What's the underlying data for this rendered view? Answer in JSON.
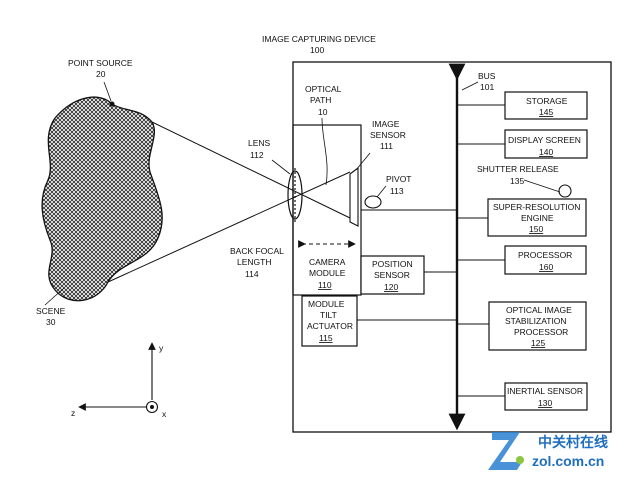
{
  "title": {
    "name": "IMAGE CAPTURING DEVICE",
    "ref": "100"
  },
  "scene": {
    "label": "SCENE",
    "ref": "30"
  },
  "point_source": {
    "label": "POINT SOURCE",
    "ref": "20"
  },
  "lens": {
    "label": "LENS",
    "ref": "112"
  },
  "optical_path": {
    "line1": "OPTICAL",
    "line2": "PATH",
    "ref": "10"
  },
  "image_sensor": {
    "line1": "IMAGE",
    "line2": "SENSOR",
    "ref": "111"
  },
  "pivot": {
    "label": "PIVOT",
    "ref": "113"
  },
  "back_focal": {
    "line1": "BACK FOCAL",
    "line2": "LENGTH",
    "ref": "114"
  },
  "camera_module": {
    "line1": "CAMERA",
    "line2": "MODULE",
    "ref": "110"
  },
  "position_sensor": {
    "line1": "POSITION",
    "line2": "SENSOR",
    "ref": "120"
  },
  "tilt_actuator": {
    "line1": "MODULE",
    "line2": "TILT",
    "line3": "ACTUATOR",
    "ref": "115"
  },
  "bus": {
    "label": "BUS",
    "ref": "101"
  },
  "storage": {
    "label": "STORAGE",
    "ref": "145"
  },
  "display": {
    "label": "DISPLAY SCREEN",
    "ref": "140"
  },
  "shutter": {
    "label": "SHUTTER RELEASE",
    "ref": "135"
  },
  "super_res": {
    "line1": "SUPER-RESOLUTION",
    "line2": "ENGINE",
    "ref": "150"
  },
  "processor": {
    "label": "PROCESSOR",
    "ref": "160"
  },
  "ois": {
    "line1": "OPTICAL IMAGE",
    "line2": "STABILIZATION",
    "line3": "PROCESSOR",
    "ref": "125"
  },
  "inertial": {
    "label": "INERTIAL SENSOR",
    "ref": "130"
  },
  "axes": {
    "y": "y",
    "z": "z",
    "x": "x"
  },
  "watermark": {
    "line1": "中关村在线",
    "line2": "zol.com.cn"
  }
}
